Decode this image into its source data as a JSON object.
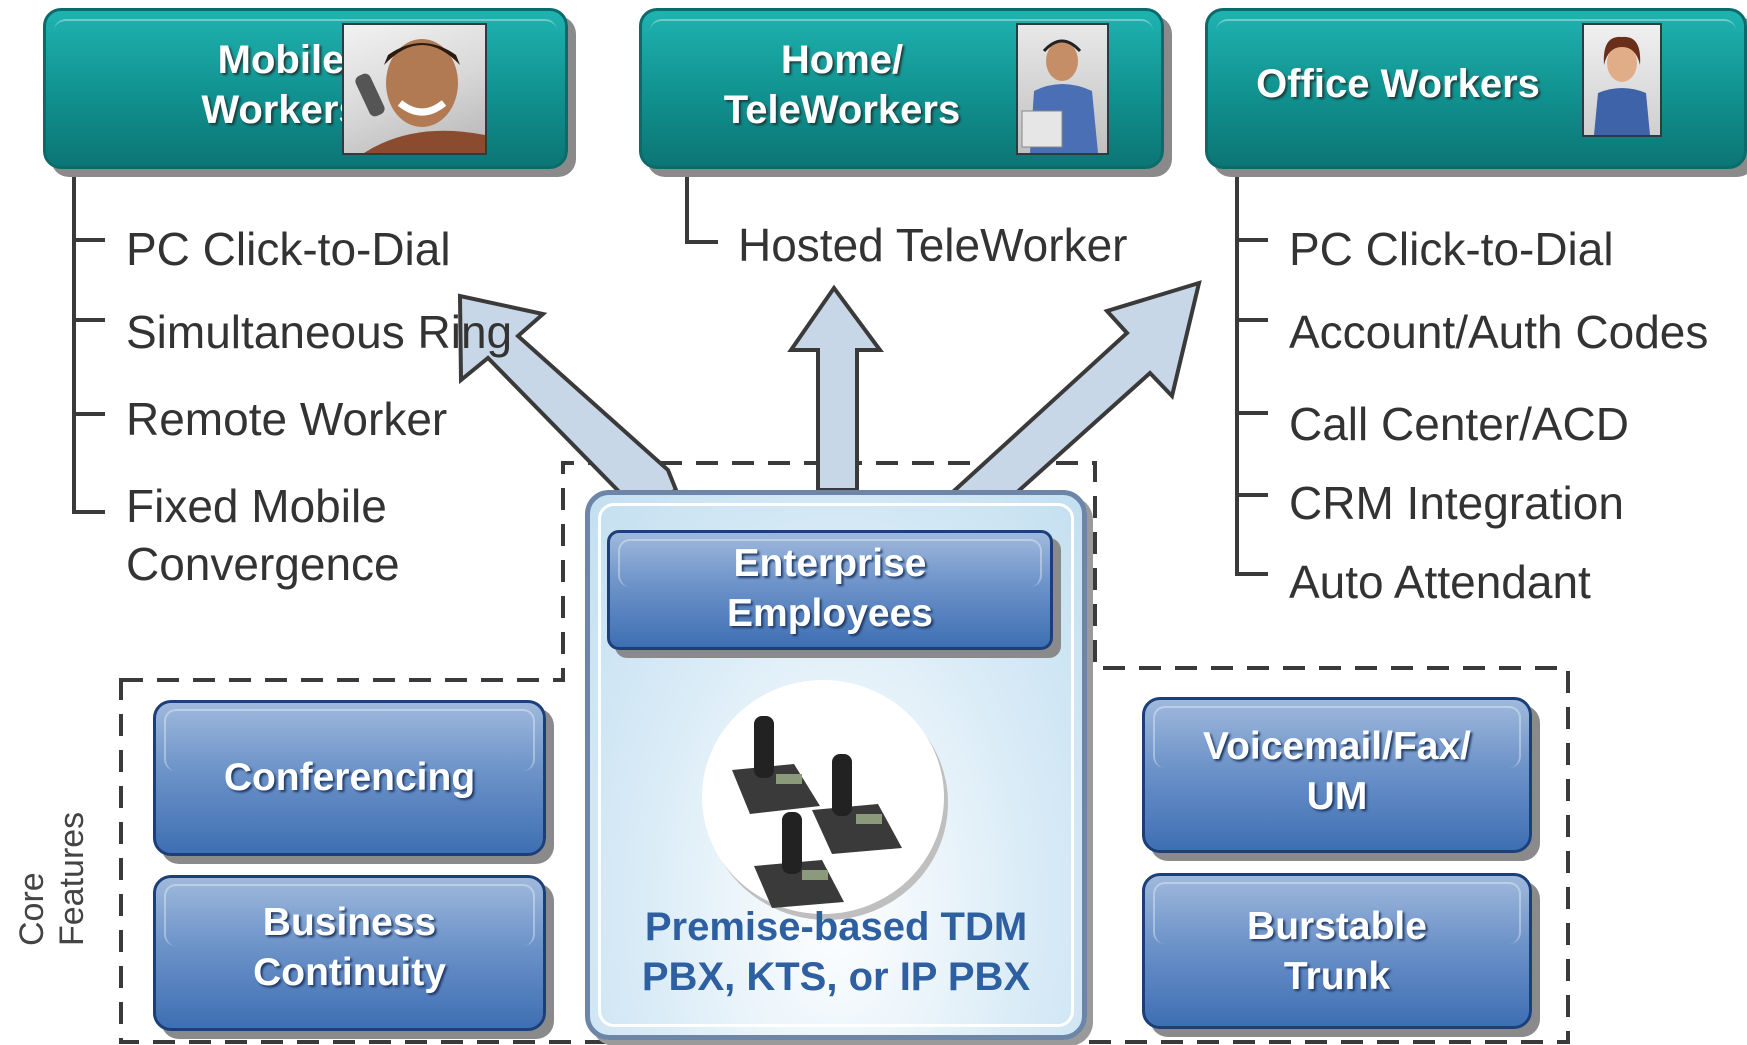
{
  "worker_groups": [
    {
      "title_lines": [
        "Mobile",
        "Workers"
      ],
      "photo": "man-on-phone-photo",
      "features": [
        "PC Click-to-Dial",
        "Simultaneous Ring",
        "Remote Worker",
        "Fixed Mobile",
        "Convergence"
      ]
    },
    {
      "title_lines": [
        "Home/",
        "TeleWorkers"
      ],
      "photo": "man-with-headset-photo",
      "features": [
        "Hosted TeleWorker"
      ]
    },
    {
      "title_lines": [
        "Office Workers"
      ],
      "photo": "woman-with-headset-photo",
      "features": [
        "PC Click-to-Dial",
        "Account/Auth Codes",
        "Call Center/ACD",
        "CRM Integration",
        "Auto Attendant"
      ]
    }
  ],
  "center": {
    "enterprise_lines": [
      "Enterprise",
      "Employees"
    ],
    "premise_lines": [
      "Premise-based TDM",
      "PBX, KTS, or IP PBX"
    ],
    "phones_icon": "ip-desk-phones-icon"
  },
  "core_features": {
    "label_lines": [
      "Core",
      "Features"
    ],
    "items": [
      {
        "lines": [
          "Conferencing"
        ]
      },
      {
        "lines": [
          "Business",
          "Continuity"
        ]
      },
      {
        "lines": [
          "Voicemail/Fax/",
          "UM"
        ]
      },
      {
        "lines": [
          "Burstable",
          "Trunk"
        ]
      }
    ]
  },
  "colors": {
    "worker_box": "#11908e",
    "feature_box": "#4f7fbf",
    "arrow_fill": "#c8d7e8",
    "premise_text": "#2e5fa1",
    "feature_text": "#333333"
  }
}
